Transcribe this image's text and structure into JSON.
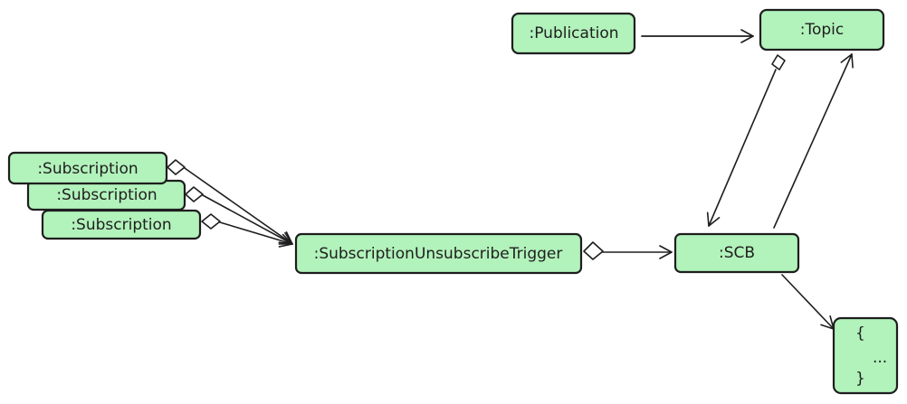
{
  "diagram": {
    "node_fill": "#b2f2bb",
    "stroke_color": "#1e1e1e",
    "nodes": {
      "publication": ":Publication",
      "topic": ":Topic",
      "subscription_1": ":Subscription",
      "subscription_2": ":Subscription",
      "subscription_3": ":Subscription",
      "trigger": ":SubscriptionUnsubscribeTrigger",
      "scb": ":SCB",
      "code_block": {
        "open": "{",
        "middle": "...",
        "close": "}"
      }
    }
  }
}
